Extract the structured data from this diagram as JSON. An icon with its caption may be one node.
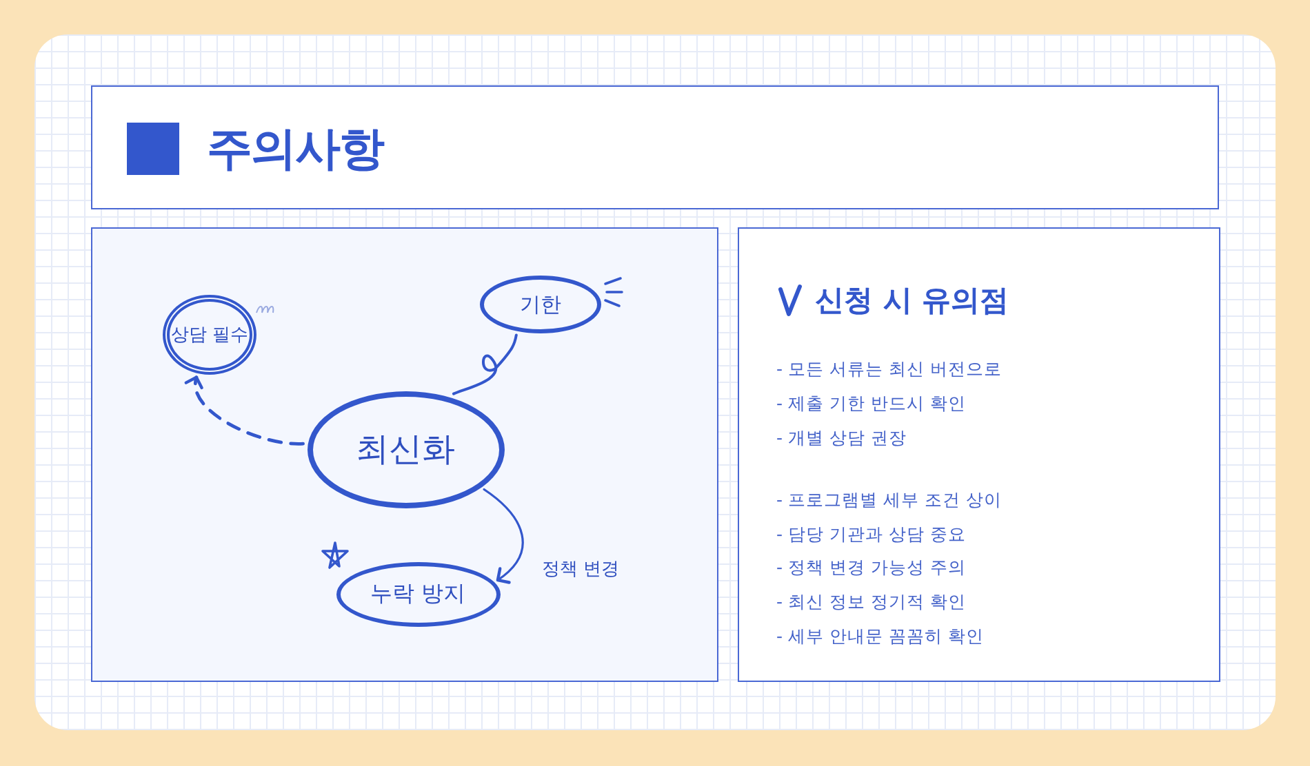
{
  "diagram": {
    "title": "주의사항",
    "nodes": [
      {
        "text": [
          "최신화"
        ]
      },
      {
        "text": [
          "상담 필수"
        ]
      },
      {
        "text": [
          "기한"
        ]
      },
      {
        "text": [
          "누락 방지"
        ]
      }
    ],
    "edges": [
      {
        "from": 0,
        "to": 1,
        "arrow": "to",
        "style": "dashed"
      },
      {
        "from": 0,
        "to": 2,
        "arrow": "none"
      },
      {
        "from": 0,
        "to": 3,
        "arrow": "to",
        "label": "정책 변경"
      }
    ],
    "labels": [
      "신청 시 유의점",
      "- 모든 서류는 최신 버전으로",
      "- 제출 기한 반드시 확인",
      "- 개별 상담 권장",
      "- 프로그램별 세부 조건 상이",
      "- 담당 기관과 상담 중요",
      "- 정책 변경 가능성 주의",
      "- 최신 정보 정기적 확인",
      "- 세부 안내문 꼼꼼히 확인"
    ]
  }
}
